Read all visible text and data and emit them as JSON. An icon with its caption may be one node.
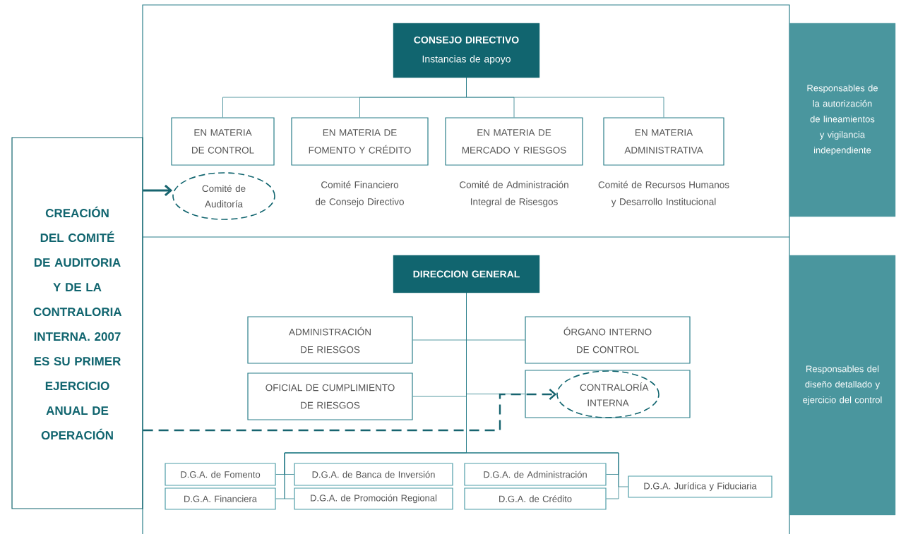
{
  "diagram": {
    "nodes": [
      {
        "text": [
          "CREACIÓN DEL COMITÉ DE AUDITORIA Y DE LA CONTRALORIA INTERNA. 2007 ES SU PRIMER EJERCICIO ANUAL DE OPERACIÓN"
        ]
      },
      {
        "text": [
          "CONSEJO DIRECTIVO",
          "Instancias de apoyo"
        ]
      },
      {
        "text": [
          "EN MATERIA DE CONTROL"
        ]
      },
      {
        "text": [
          "EN MATERIA DE FOMENTO Y CRÉDITO"
        ],
        "beside": [
          "Comité Financiero de Consejo Directivo"
        ]
      },
      {
        "text": [
          "EN MATERIA DE MERCADO Y RIESGOS"
        ],
        "beside": [
          "Comité de Administración Integral de Risesgos"
        ]
      },
      {
        "text": [
          "EN MATERIA ADMINISTRATIVA"
        ],
        "beside": [
          "Comité de Recursos Humanos y Desarrollo Institucional"
        ]
      },
      {
        "text": [
          "Comité de Auditoría"
        ]
      },
      {
        "text": [
          "DIRECCION GENERAL"
        ]
      },
      {
        "text": [
          "ADMINISTRACIÓN DE RIESGOS"
        ]
      },
      {
        "text": [
          "ÓRGANO INTERNO DE CONTROL"
        ]
      },
      {
        "text": [
          "OFICIAL DE CUMPLIMIENTO DE RIESGOS"
        ]
      },
      {
        "text": [],
        "shape": "box"
      },
      {
        "text": [
          "CONTRALORÍA INTERNA"
        ],
        "in": 11
      },
      {
        "text": [
          "D.G.A. de Fomento"
        ]
      },
      {
        "text": [
          "D.G.A. de Banca de Inversión"
        ]
      },
      {
        "text": [
          "D.G.A. de Administración"
        ]
      },
      {
        "text": [
          "D.G.A. Jurídica y Fiduciaria"
        ]
      },
      {
        "text": [
          "D.G.A. Financiera"
        ]
      },
      {
        "text": [
          "D.G.A. de Promoción Regional"
        ]
      },
      {
        "text": [
          "D.G.A. de Crédito"
        ]
      },
      {
        "text": [
          "Responsables de la autorización de lineamientos y vigilancia independiente"
        ]
      },
      {
        "text": [
          "Responsables del diseño detallado y ejercicio del control"
        ]
      }
    ],
    "edges": [
      {
        "from": 1,
        "to": 2,
        "arrow": "none"
      },
      {
        "from": 1,
        "to": 3,
        "arrow": "none"
      },
      {
        "from": 1,
        "to": 4,
        "arrow": "none"
      },
      {
        "from": 1,
        "to": 5,
        "arrow": "none"
      },
      {
        "from": 0,
        "to": 6,
        "arrow": "to",
        "style": "thick",
        "color": "#17646f"
      },
      {
        "from": 7,
        "to": 8,
        "arrow": "none"
      },
      {
        "from": 7,
        "to": 9,
        "arrow": "none"
      },
      {
        "from": 7,
        "to": 10,
        "arrow": "none"
      },
      {
        "from": 7,
        "to": 11,
        "arrow": "none"
      },
      {
        "from": 0,
        "to": 12,
        "arrow": "to",
        "style": "dashed",
        "color": "#17646f"
      },
      {
        "from": 7,
        "to": 13,
        "arrow": "none"
      },
      {
        "from": 7,
        "to": 14,
        "arrow": "none"
      },
      {
        "from": 7,
        "to": 15,
        "arrow": "none"
      },
      {
        "from": 7,
        "to": 16,
        "arrow": "none"
      },
      {
        "from": 7,
        "to": 17,
        "arrow": "none"
      },
      {
        "from": 7,
        "to": 18,
        "arrow": "none"
      },
      {
        "from": 7,
        "to": 19,
        "arrow": "none"
      }
    ]
  }
}
